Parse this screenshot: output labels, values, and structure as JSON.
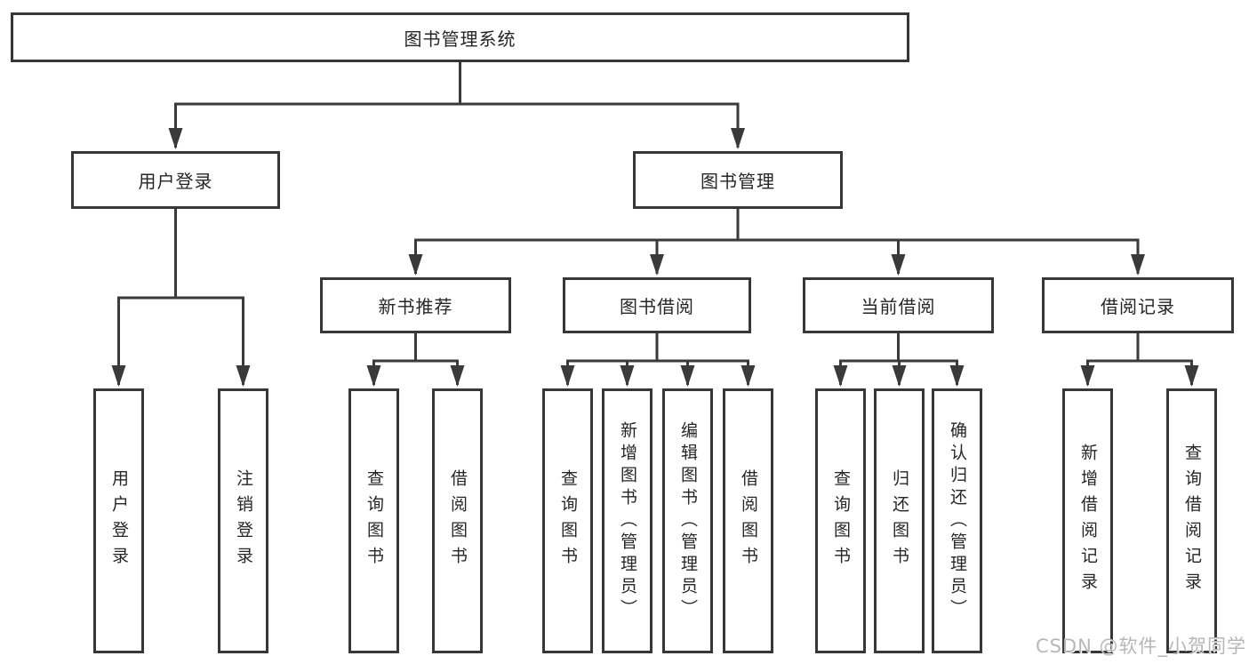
{
  "diagram_title": "图书管理系统",
  "colors": {
    "line": "#3a3a3a",
    "border": "#373737",
    "text": "#262626",
    "background": "#ffffff",
    "watermark": "#b7b7b7"
  },
  "tree": {
    "root": {
      "label": "图书管理系统"
    },
    "branches": [
      {
        "label": "用户登录",
        "children": [
          {
            "label": "用户登录"
          },
          {
            "label": "注销登录"
          }
        ]
      },
      {
        "label": "图书管理",
        "children": [
          {
            "label": "新书推荐",
            "children": [
              {
                "label": "查询图书"
              },
              {
                "label": "借阅图书"
              }
            ]
          },
          {
            "label": "图书借阅",
            "children": [
              {
                "label": "查询图书"
              },
              {
                "label": "新增图书（管理员）"
              },
              {
                "label": "编辑图书（管理员）"
              },
              {
                "label": "借阅图书"
              }
            ]
          },
          {
            "label": "当前借阅",
            "children": [
              {
                "label": "查询图书"
              },
              {
                "label": "归还图书"
              },
              {
                "label": "确认归还（管理员）"
              }
            ]
          },
          {
            "label": "借阅记录",
            "children": [
              {
                "label": "新增借阅记录"
              },
              {
                "label": "查询借阅记录"
              }
            ]
          }
        ]
      }
    ]
  },
  "watermark": {
    "text": "CSDN @软件_小贺同学"
  }
}
